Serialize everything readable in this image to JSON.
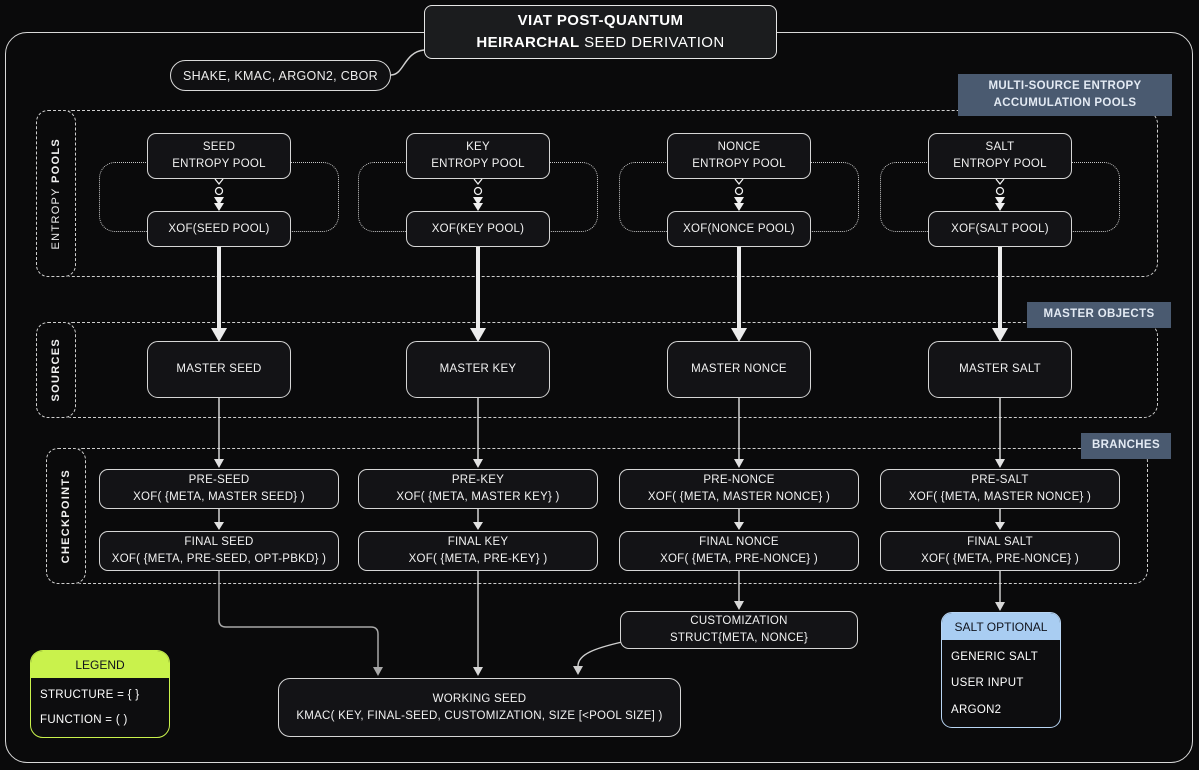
{
  "title": {
    "line1": "VIAT POST-QUANTUM",
    "line2_bold": "HEIRARCHAL",
    "line2_rest": " SEED DERIVATION"
  },
  "algorithms_pill": "SHAKE, KMAC, ARGON2, CBOR",
  "tags": {
    "pools_line1": "MULTI-SOURCE ENTROPY",
    "pools_line2": "ACCUMULATION POOLS",
    "master": "MASTER OBJECTS",
    "branches": "BRANCHES"
  },
  "side_labels": {
    "entropy_word1": "ENTROPY ",
    "entropy_word2": "POOLS",
    "sources": "SOURCES",
    "checkpoints": "CHECKPOINTS"
  },
  "columns": [
    {
      "pool_line1": "SEED",
      "pool_line2": "ENTROPY POOL",
      "xof": "XOF(SEED POOL)",
      "master": "MASTER SEED",
      "pre_title": "PRE-SEED",
      "pre_formula": "XOF( {META, MASTER SEED} )",
      "final_title": "FINAL SEED",
      "final_formula": "XOF( {META, PRE-SEED, OPT-PBKD} )"
    },
    {
      "pool_line1": "KEY",
      "pool_line2": "ENTROPY POOL",
      "xof": "XOF(KEY POOL)",
      "master": "MASTER KEY",
      "pre_title": "PRE-KEY",
      "pre_formula": "XOF( {META, MASTER KEY} )",
      "final_title": "FINAL KEY",
      "final_formula": "XOF( {META, PRE-KEY} )"
    },
    {
      "pool_line1": "NONCE",
      "pool_line2": "ENTROPY POOL",
      "xof": "XOF(NONCE POOL)",
      "master": "MASTER NONCE",
      "pre_title": "PRE-NONCE",
      "pre_formula": "XOF( {META, MASTER NONCE} )",
      "final_title": "FINAL NONCE",
      "final_formula": "XOF( {META, PRE-NONCE} )"
    },
    {
      "pool_line1": "SALT",
      "pool_line2": "ENTROPY POOL",
      "xof": "XOF(SALT POOL)",
      "master": "MASTER SALT",
      "pre_title": "PRE-SALT",
      "pre_formula": "XOF( {META, MASTER NONCE} )",
      "final_title": "FINAL SALT",
      "final_formula": "XOF( {META, PRE-NONCE} )"
    }
  ],
  "customization": {
    "title": "CUSTOMIZATION",
    "formula": "STRUCT{META, NONCE}"
  },
  "working_seed": {
    "title": "WORKING SEED",
    "formula": "KMAC( KEY, FINAL-SEED, CUSTOMIZATION, SIZE [<POOL SIZE] )"
  },
  "salt_optional": {
    "header": "SALT OPTIONAL",
    "items": [
      "GENERIC SALT",
      "USER INPUT",
      "ARGON2"
    ],
    "header_bg": "#a9cdf2"
  },
  "legend": {
    "header": "LEGEND",
    "items": [
      "STRUCTURE =  { }",
      "FUNCTION = ( )"
    ],
    "header_bg": "#c9f24c"
  },
  "colors": {
    "canvas_bg": "#0a0a0b",
    "node_bg": "#131316",
    "node_border": "#d6d6d6",
    "tag_slate": "#4a5a70",
    "salt_header_blue": "#a9cdf2",
    "legend_green": "#c9f24c"
  }
}
